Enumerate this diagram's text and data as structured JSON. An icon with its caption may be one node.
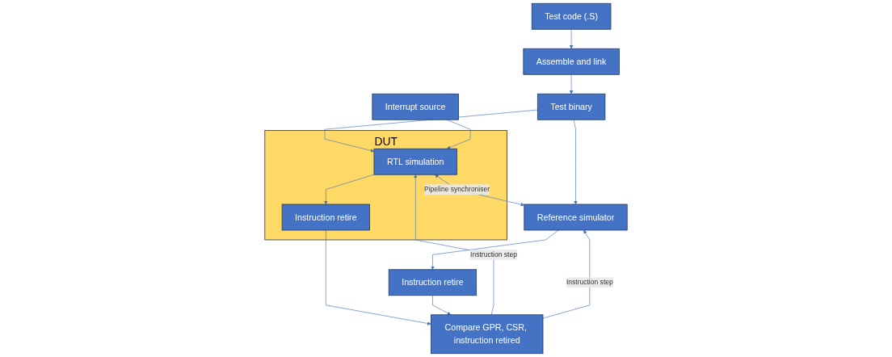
{
  "diagram": {
    "nodes": [
      {
        "text": [
          "Test code (.S)"
        ]
      },
      {
        "text": [
          "Assemble and link"
        ]
      },
      {
        "text": [
          "Test binary"
        ]
      },
      {
        "text": [
          "DUT"
        ]
      },
      {
        "text": [
          "RTL simulation"
        ],
        "in": 3
      },
      {
        "text": [
          "Instruction retire"
        ],
        "in": 3
      },
      {
        "text": [
          "Interrupt source"
        ]
      },
      {
        "text": [
          "Reference simulator"
        ]
      },
      {
        "text": [
          "Instruction retire"
        ]
      },
      {
        "text": [
          "Compare GPR, CSR, instruction retired"
        ]
      }
    ],
    "edges": [
      {
        "from": 0,
        "to": 1,
        "arrow": "to"
      },
      {
        "from": 1,
        "to": 2,
        "arrow": "to"
      },
      {
        "from": 2,
        "to": 4,
        "arrow": "to"
      },
      {
        "from": 2,
        "to": 7,
        "arrow": "to"
      },
      {
        "from": 6,
        "to": 4,
        "arrow": "to"
      },
      {
        "from": 4,
        "to": 7,
        "label": "Pipeline synchroniser",
        "arrow": "both"
      },
      {
        "from": 4,
        "to": 5,
        "arrow": "to"
      },
      {
        "from": 7,
        "to": 8,
        "arrow": "to"
      },
      {
        "from": 5,
        "to": 9,
        "arrow": "to"
      },
      {
        "from": 8,
        "to": 9,
        "arrow": "to"
      },
      {
        "from": 9,
        "to": 4,
        "label": "Instruction step",
        "arrow": "to"
      },
      {
        "from": 9,
        "to": 7,
        "label": "Instruction step",
        "arrow": "to"
      }
    ]
  }
}
